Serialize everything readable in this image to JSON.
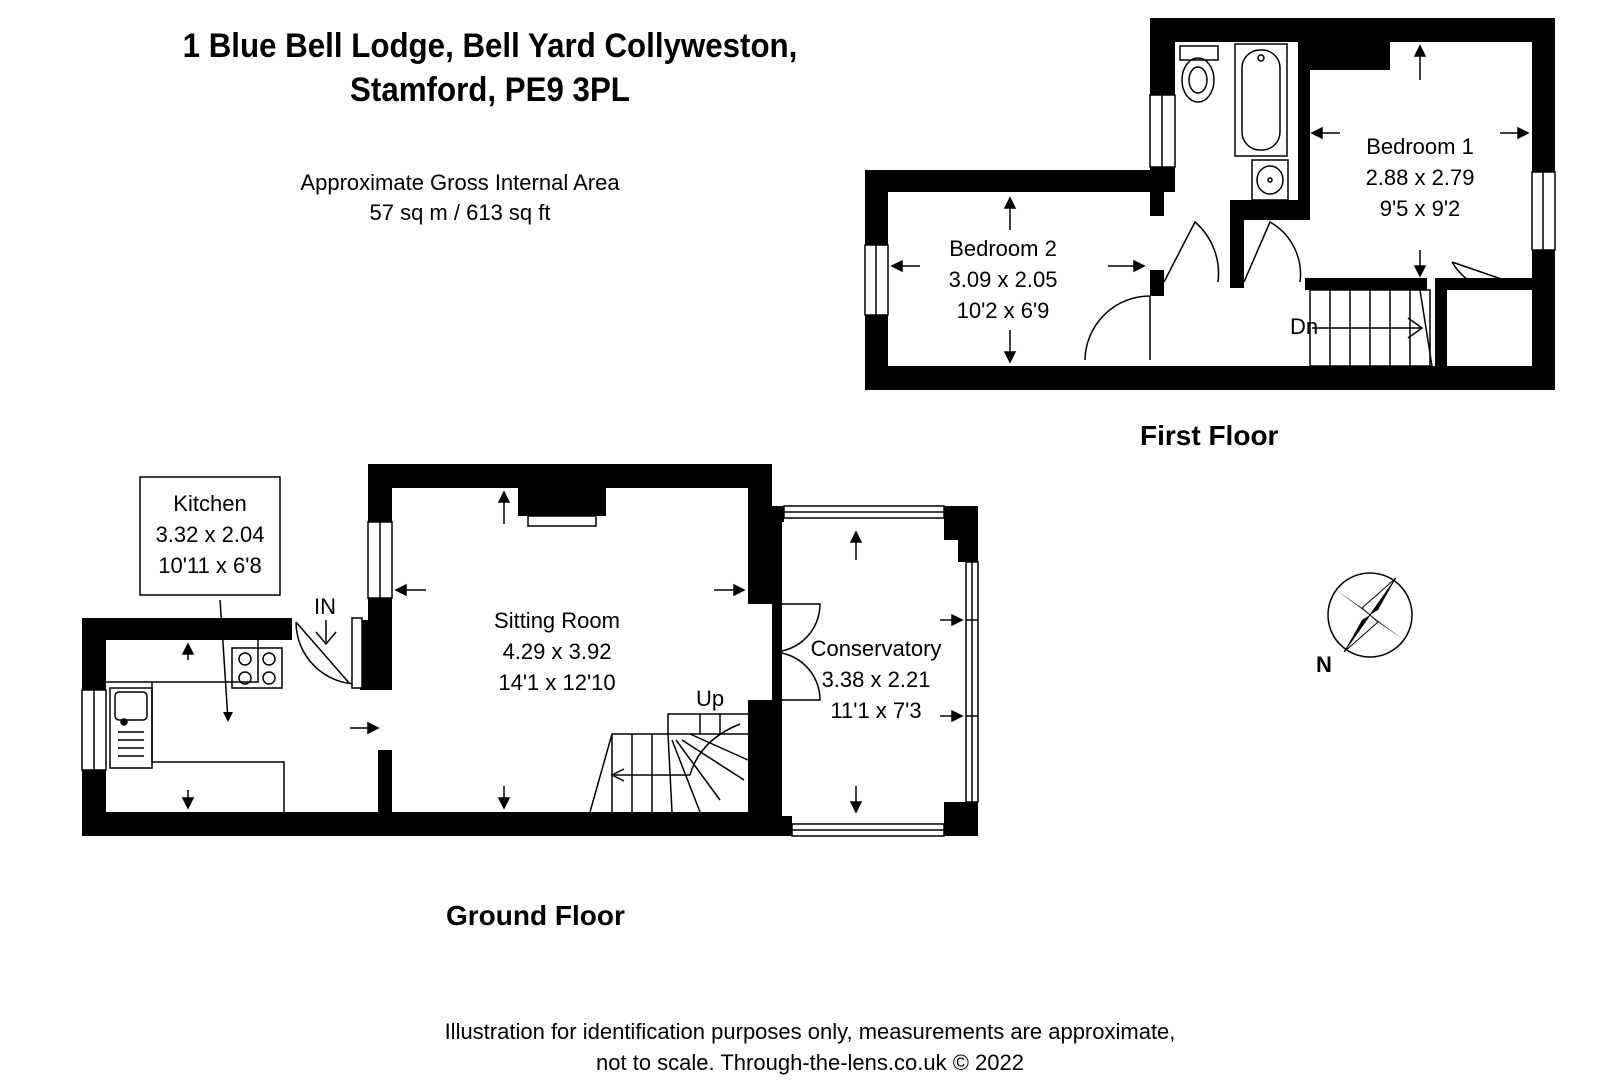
{
  "header": {
    "title_line1": "1 Blue Bell Lodge, Bell Yard Collyweston,",
    "title_line2": "Stamford, PE9 3PL",
    "area_line1": "Approximate Gross Internal Area",
    "area_line2": "57 sq m / 613 sq ft"
  },
  "floors": {
    "first_floor_label": "First Floor",
    "ground_floor_label": "Ground Floor"
  },
  "rooms": {
    "bedroom1": {
      "name": "Bedroom 1",
      "metric": "2.88 x 2.79",
      "imperial": "9'5 x 9'2"
    },
    "bedroom2": {
      "name": "Bedroom 2",
      "metric": "3.09 x 2.05",
      "imperial": "10'2 x 6'9"
    },
    "kitchen": {
      "name": "Kitchen",
      "metric": "3.32 x 2.04",
      "imperial": "10'11 x 6'8"
    },
    "sitting_room": {
      "name": "Sitting Room",
      "metric": "4.29 x 3.92",
      "imperial": "14'1 x 12'10"
    },
    "conservatory": {
      "name": "Conservatory",
      "metric": "3.38 x 2.21",
      "imperial": "11'1 x 7'3"
    }
  },
  "labels": {
    "stairs_down": "Dn",
    "stairs_up": "Up",
    "entrance": "IN",
    "north": "N"
  },
  "footer": {
    "line1": "Illustration for identification purposes only, measurements are approximate,",
    "line2": "not to scale. Through-the-lens.co.uk © 2022"
  },
  "colors": {
    "wall": "#000000",
    "background": "#ffffff"
  },
  "icons": [
    "compass-rose-icon",
    "door-swing-icon",
    "stairs-icon",
    "toilet-icon",
    "bath-icon",
    "basin-icon",
    "hob-icon",
    "sink-icon",
    "window-icon"
  ]
}
